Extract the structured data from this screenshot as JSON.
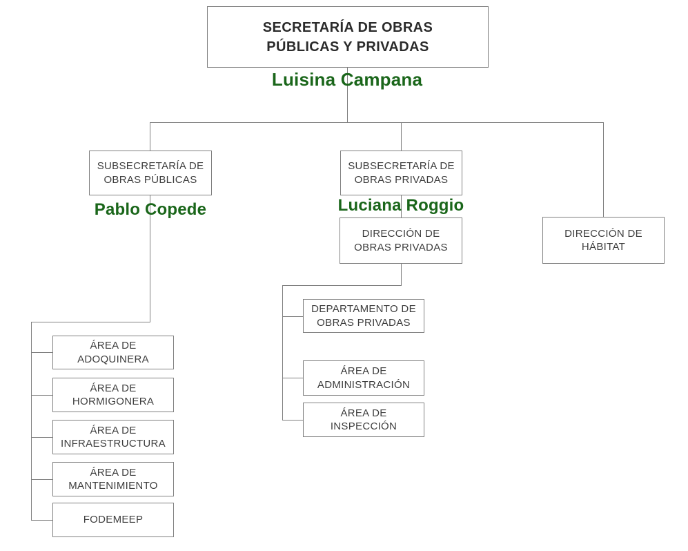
{
  "diagram": {
    "type": "org-chart",
    "title": "SECRETARÍA DE OBRAS PÚBLICAS Y PRIVADAS",
    "colors": {
      "accent_green": "#1a661a",
      "box_border": "#7f7f7f",
      "box_text": "#3d3d3d",
      "title_text": "#2b2b2b"
    }
  },
  "nodes": {
    "secretaria": {
      "label": "SECRETARÍA DE OBRAS PÚBLICAS Y PRIVADAS",
      "lines": [
        "SECRETARÍA DE OBRAS",
        "PÚBLICAS Y PRIVADAS"
      ],
      "person": "Luisina Campana"
    },
    "sub_publicas": {
      "label": "SUBSECRETARÍA DE OBRAS PÚBLICAS",
      "lines": [
        "SUBSECRETARÍA DE",
        "OBRAS PÚBLICAS"
      ],
      "person": "Pablo Copede"
    },
    "sub_privadas": {
      "label": "SUBSECRETARÍA DE OBRAS PRIVADAS",
      "lines": [
        "SUBSECRETARÍA DE",
        "OBRAS PRIVADAS"
      ],
      "person": "Luciana Roggio"
    },
    "dir_habitat": {
      "label": "DIRECCIÓN DE HÁBITAT",
      "lines": [
        "DIRECCIÓN DE",
        "HÁBITAT"
      ]
    },
    "dir_obras_privadas": {
      "label": "DIRECCIÓN DE OBRAS PRIVADAS",
      "lines": [
        "DIRECCIÓN DE",
        "OBRAS PRIVADAS"
      ]
    },
    "dept_obras_privadas": {
      "label": "DEPARTAMENTO DE OBRAS PRIVADAS",
      "lines": [
        "DEPARTAMENTO DE",
        "OBRAS PRIVADAS"
      ]
    },
    "area_administracion": {
      "label": "ÁREA DE ADMINISTRACIÓN",
      "lines": [
        "ÁREA DE",
        "ADMINISTRACIÓN"
      ]
    },
    "area_inspeccion": {
      "label": "ÁREA DE INSPECCIÓN",
      "lines": [
        "ÁREA DE",
        "INSPECCIÓN"
      ]
    },
    "area_adoquinera": {
      "label": "ÁREA DE ADOQUINERA",
      "lines": [
        "ÁREA DE",
        "ADOQUINERA"
      ]
    },
    "area_hormigonera": {
      "label": "ÁREA DE HORMIGONERA",
      "lines": [
        "ÁREA DE",
        "HORMIGONERA"
      ]
    },
    "area_infraestructura": {
      "label": "ÁREA DE INFRAESTRUCTURA",
      "lines": [
        "ÁREA DE",
        "INFRAESTRUCTURA"
      ]
    },
    "area_mantenimiento": {
      "label": "ÁREA DE MANTENIMIENTO",
      "lines": [
        "ÁREA DE",
        "MANTENIMIENTO"
      ]
    },
    "fodemeep": {
      "label": "FODEMEEP",
      "lines": [
        "FODEMEEP"
      ]
    }
  }
}
